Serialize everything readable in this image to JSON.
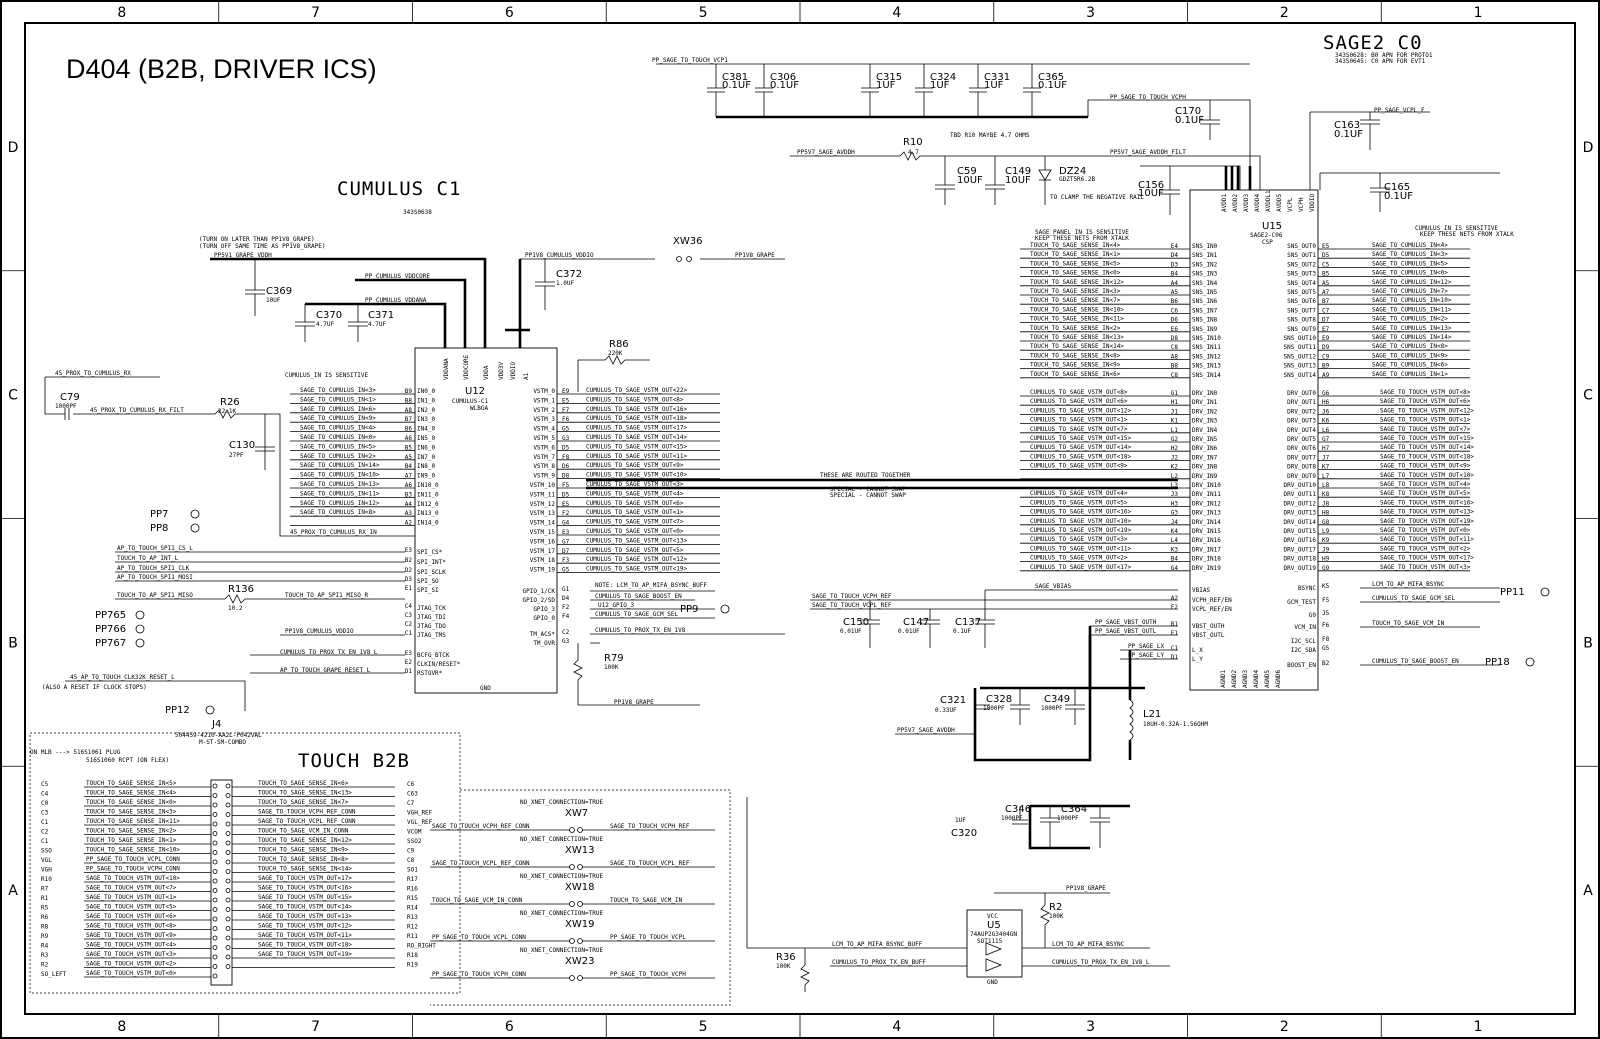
{
  "title": "D404 (B2B, DRIVER ICS)",
  "zones": {
    "columns": [
      "8",
      "7",
      "6",
      "5",
      "4",
      "3",
      "2",
      "1"
    ],
    "rows": [
      "D",
      "C",
      "B",
      "A"
    ]
  },
  "sage": {
    "header": "SAGE2 C0",
    "apn_proto": "343S0628: B0 APN FOR PROTO1",
    "apn_evt": "343S0645: C0 APN FOR EVT1",
    "ref": "U15",
    "part": "SAGE2-C06",
    "pkg": "CSP",
    "sense_note": "SAGE_PANEL_IN IS SENSITIVE",
    "sense_note2": "KEEP THESE NETS FROM XTALK",
    "out_note": "CUMULUS_IN IS SENSITIVE",
    "out_note2": "KEEP THESE NETS FROM XTALK",
    "top_pins": [
      "AVDD1",
      "AVDD2",
      "AVDD3",
      "AVDD4",
      "AVDDL1",
      "AVDD5",
      "VCPL",
      "VCPH",
      "VDDIO"
    ],
    "in_pins": [
      "SNS_IN0",
      "SNS_IN1",
      "SNS_IN2",
      "SNS_IN3",
      "SNS_IN4",
      "SNS_IN5",
      "SNS_IN6",
      "SNS_IN7",
      "SNS_IN8",
      "SNS_IN9",
      "SNS_IN10",
      "SNS_IN11",
      "SNS_IN12",
      "SNS_IN13",
      "SNS_IN14"
    ],
    "in_balls": [
      "E4",
      "D4",
      "D3",
      "B4",
      "A4",
      "A5",
      "B6",
      "C6",
      "D6",
      "E6",
      "D8",
      "C8",
      "A8",
      "B8",
      "C8"
    ],
    "in_nets": [
      "TOUCH_TO_SAGE_SENSE_IN<4>",
      "TOUCH_TO_SAGE_SENSE_IN<1>",
      "TOUCH_TO_SAGE_SENSE_IN<5>",
      "TOUCH_TO_SAGE_SENSE_IN<0>",
      "TOUCH_TO_SAGE_SENSE_IN<12>",
      "TOUCH_TO_SAGE_SENSE_IN<3>",
      "TOUCH_TO_SAGE_SENSE_IN<7>",
      "TOUCH_TO_SAGE_SENSE_IN<10>",
      "TOUCH_TO_SAGE_SENSE_IN<11>",
      "TOUCH_TO_SAGE_SENSE_IN<2>",
      "TOUCH_TO_SAGE_SENSE_IN<13>",
      "TOUCH_TO_SAGE_SENSE_IN<14>",
      "TOUCH_TO_SAGE_SENSE_IN<8>",
      "TOUCH_TO_SAGE_SENSE_IN<9>",
      "TOUCH_TO_SAGE_SENSE_IN<6>"
    ],
    "drv_pins": [
      "DRV_IN0",
      "DRV_IN1",
      "DRV_IN2",
      "DRV_IN3",
      "DRV_IN4",
      "DRV_IN5",
      "DRV_IN6",
      "DRV_IN7",
      "DRV_IN8",
      "DRV_IN9",
      "DRV_IN10",
      "DRV_IN11",
      "DRV_IN12",
      "DRV_IN13",
      "DRV_IN14",
      "DRV_IN15",
      "DRV_IN16",
      "DRV_IN17",
      "DRV_IN18",
      "DRV_IN19"
    ],
    "drv_balls": [
      "G1",
      "H1",
      "J1",
      "K1",
      "L1",
      "G2",
      "H2",
      "J2",
      "K2",
      "L2",
      "L3",
      "J3",
      "H3",
      "G3",
      "J4",
      "K4",
      "L4",
      "K3",
      "B4",
      "G4"
    ],
    "drv_nets": [
      "CUMULUS_TO_SAGE_VSTM_OUT<8>",
      "CUMULUS_TO_SAGE_VSTM_OUT<6>",
      "CUMULUS_TO_SAGE_VSTM_OUT<12>",
      "CUMULUS_TO_SAGE_VSTM_OUT<1>",
      "CUMULUS_TO_SAGE_VSTM_OUT<7>",
      "CUMULUS_TO_SAGE_VSTM_OUT<15>",
      "CUMULUS_TO_SAGE_VSTM_OUT<14>",
      "CUMULUS_TO_SAGE_VSTM_OUT<18>",
      "CUMULUS_TO_SAGE_VSTM_OUT<9>",
      "",
      "",
      "CUMULUS_TO_SAGE_VSTM_OUT<4>",
      "CUMULUS_TO_SAGE_VSTM_OUT<5>",
      "CUMULUS_TO_SAGE_VSTM_OUT<16>",
      "CUMULUS_TO_SAGE_VSTM_OUT<10>",
      "CUMULUS_TO_SAGE_VSTM_OUT<19>",
      "CUMULUS_TO_SAGE_VSTM_OUT<3>",
      "CUMULUS_TO_SAGE_VSTM_OUT<11>",
      "CUMULUS_TO_SAGE_VSTM_OUT<2>",
      "CUMULUS_TO_SAGE_VSTM_OUT<17>"
    ],
    "out_pins": [
      "SNS_OUT0",
      "SNS_OUT1",
      "SNS_OUT2",
      "SNS_OUT3",
      "SNS_OUT4",
      "SNS_OUT5",
      "SNS_OUT6",
      "SNS_OUT7",
      "SNS_OUT8",
      "SNS_OUT9",
      "SNS_OUT10",
      "SNS_OUT11",
      "SNS_OUT12",
      "SNS_OUT13",
      "SNS_OUT14"
    ],
    "out_balls": [
      "E5",
      "D5",
      "C5",
      "B5",
      "A5",
      "A7",
      "B7",
      "C7",
      "D7",
      "E7",
      "E9",
      "D9",
      "C9",
      "B9",
      "A9"
    ],
    "out_nets": [
      "SAGE_TO_CUMULUS_IN<4>",
      "SAGE_TO_CUMULUS_IN<3>",
      "SAGE_TO_CUMULUS_IN<5>",
      "SAGE_TO_CUMULUS_IN<0>",
      "SAGE_TO_CUMULUS_IN<12>",
      "SAGE_TO_CUMULUS_IN<7>",
      "SAGE_TO_CUMULUS_IN<10>",
      "SAGE_TO_CUMULUS_IN<11>",
      "SAGE_TO_CUMULUS_IN<2>",
      "SAGE_TO_CUMULUS_IN<13>",
      "SAGE_TO_CUMULUS_IN<14>",
      "SAGE_TO_CUMULUS_IN<8>",
      "SAGE_TO_CUMULUS_IN<9>",
      "SAGE_TO_CUMULUS_IN<6>",
      "SAGE_TO_CUMULUS_IN<1>"
    ],
    "dout_pins": [
      "DRV_OUT0",
      "DRV_OUT1",
      "DRV_OUT2",
      "DRV_OUT3",
      "DRV_OUT4",
      "DRV_OUT5",
      "DRV_OUT6",
      "DRV_OUT7",
      "DRV_OUT8",
      "DRV_OUT9",
      "DRV_OUT10",
      "DRV_OUT11",
      "DRV_OUT12",
      "DRV_OUT13",
      "DRV_OUT14",
      "DRV_OUT15",
      "DRV_OUT16",
      "DRV_OUT17",
      "DRV_OUT18",
      "DRV_OUT19"
    ],
    "dout_balls": [
      "G6",
      "H6",
      "J6",
      "K6",
      "L6",
      "G7",
      "H7",
      "J7",
      "K7",
      "L7",
      "L8",
      "K8",
      "J8",
      "H8",
      "G8",
      "L9",
      "K9",
      "J9",
      "H9",
      "G9"
    ],
    "dout_nets": [
      "SAGE_TO_TOUCH_VSTM_OUT<8>",
      "SAGE_TO_TOUCH_VSTM_OUT<6>",
      "SAGE_TO_TOUCH_VSTM_OUT<12>",
      "SAGE_TO_TOUCH_VSTM_OUT<1>",
      "SAGE_TO_TOUCH_VSTM_OUT<7>",
      "SAGE_TO_TOUCH_VSTM_OUT<15>",
      "SAGE_TO_TOUCH_VSTM_OUT<14>",
      "SAGE_TO_TOUCH_VSTM_OUT<18>",
      "SAGE_TO_TOUCH_VSTM_OUT<9>",
      "SAGE_TO_TOUCH_VSTM_OUT<10>",
      "SAGE_TO_TOUCH_VSTM_OUT<4>",
      "SAGE_TO_TOUCH_VSTM_OUT<5>",
      "SAGE_TO_TOUCH_VSTM_OUT<16>",
      "SAGE_TO_TOUCH_VSTM_OUT<13>",
      "SAGE_TO_TOUCH_VSTM_OUT<19>",
      "SAGE_TO_TOUCH_VSTM_OUT<0>",
      "SAGE_TO_TOUCH_VSTM_OUT<11>",
      "SAGE_TO_TOUCH_VSTM_OUT<2>",
      "SAGE_TO_TOUCH_VSTM_OUT<17>",
      "SAGE_TO_TOUCH_VSTM_OUT<3>"
    ],
    "left_misc": [
      "VBIAS",
      "VCPH_REF/EN",
      "VCPL_REF/EN",
      "VBST_OUTH",
      "VBST_OUTL",
      "L_X",
      "L_Y"
    ],
    "left_misc_balls": [
      "",
      "A2",
      "F2",
      "B1",
      "E1",
      "C1",
      "D1"
    ],
    "right_misc": [
      "BSYNC",
      "GCM_TEST",
      "G0",
      "VCM_IN",
      "I2C_SCL",
      "I2C_SDA",
      "BOOST_EN"
    ],
    "right_misc_balls": [
      "K5",
      "F5",
      "J5",
      "F6",
      "F8",
      "G5",
      "B2"
    ],
    "bottom_pins": [
      "AGND1",
      "AGND2",
      "AGND3",
      "AGND4",
      "AGND5",
      "AGND6"
    ]
  },
  "cumulus": {
    "header": "CUMULUS C1",
    "pn": "343S0638",
    "ref": "U12",
    "part": "CUMULUS-C1",
    "pkg": "WLBGA",
    "in_note": "CUMULUS_IN IS SENSITIVE",
    "top_pins": [
      "VDDANA",
      "VDDCORE",
      "VDDA",
      "VDD3V",
      "VDDIO",
      "A1"
    ],
    "in_pins": [
      "IN0_0",
      "IN1_0",
      "IN2_0",
      "IN3_0",
      "IN4_0",
      "IN5_0",
      "IN6_0",
      "IN7_0",
      "IN8_0",
      "IN9_0",
      "IN10_0",
      "IN11_0",
      "IN12_0",
      "IN13_0",
      "IN14_0"
    ],
    "in_balls": [
      "B9",
      "B8",
      "A8",
      "B7",
      "B6",
      "A6",
      "B5",
      "A5",
      "B4",
      "A7",
      "A6",
      "B3",
      "A4",
      "A3",
      "A2"
    ],
    "in_nets": [
      "SAGE_TO_CUMULUS_IN<3>",
      "SAGE_TO_CUMULUS_IN<1>",
      "SAGE_TO_CUMULUS_IN<6>",
      "SAGE_TO_CUMULUS_IN<9>",
      "SAGE_TO_CUMULUS_IN<4>",
      "SAGE_TO_CUMULUS_IN<0>",
      "SAGE_TO_CUMULUS_IN<5>",
      "SAGE_TO_CUMULUS_IN<2>",
      "SAGE_TO_CUMULUS_IN<14>",
      "SAGE_TO_CUMULUS_IN<10>",
      "SAGE_TO_CUMULUS_IN<13>",
      "SAGE_TO_CUMULUS_IN<11>",
      "SAGE_TO_CUMULUS_IN<12>",
      "SAGE_TO_CUMULUS_IN<8>",
      ""
    ],
    "out_pins": [
      "VSTM_0",
      "VSTM_1",
      "VSTM_2",
      "VSTM_3",
      "VSTM_4",
      "VSTM_5",
      "VSTM_6",
      "VSTM_7",
      "VSTM_8",
      "VSTM_9",
      "VSTM_10",
      "VSTM_11",
      "VSTM_12",
      "VSTM_13",
      "VSTM_14",
      "VSTM_15",
      "VSTM_16",
      "VSTM_17",
      "VSTM_18",
      "VSTM_19"
    ],
    "out_balls": [
      "E9",
      "E5",
      "F7",
      "F6",
      "G5",
      "G3",
      "D5",
      "F8",
      "D6",
      "D8",
      "F5",
      "D5",
      "E5",
      "F2",
      "G4",
      "E3",
      "G7",
      "D7",
      "F3",
      "G5"
    ],
    "out_nets": [
      "CUMULUS_TO_SAGE_VSTM_OUT<22>",
      "CUMULUS_TO_SAGE_VSTM_OUT<8>",
      "CUMULUS_TO_SAGE_VSTM_OUT<16>",
      "CUMULUS_TO_SAGE_VSTM_OUT<18>",
      "CUMULUS_TO_SAGE_VSTM_OUT<17>",
      "CUMULUS_TO_SAGE_VSTM_OUT<14>",
      "CUMULUS_TO_SAGE_VSTM_OUT<15>",
      "CUMULUS_TO_SAGE_VSTM_OUT<11>",
      "CUMULUS_TO_SAGE_VSTM_OUT<9>",
      "CUMULUS_TO_SAGE_VSTM_OUT<10>",
      "CUMULUS_TO_SAGE_VSTM_OUT<3>",
      "CUMULUS_TO_SAGE_VSTM_OUT<4>",
      "CUMULUS_TO_SAGE_VSTM_OUT<6>",
      "CUMULUS_TO_SAGE_VSTM_OUT<1>",
      "CUMULUS_TO_SAGE_VSTM_OUT<7>",
      "CUMULUS_TO_SAGE_VSTM_OUT<0>",
      "CUMULUS_TO_SAGE_VSTM_OUT<13>",
      "CUMULUS_TO_SAGE_VSTM_OUT<5>",
      "CUMULUS_TO_SAGE_VSTM_OUT<12>",
      "CUMULUS_TO_SAGE_VSTM_OUT<19>"
    ],
    "left_ctrl": [
      "SPI_CS*",
      "SPI_INT*",
      "SPI_SCLK",
      "SPI_SO",
      "SPI_SI",
      "JTAG_TCK",
      "JTAG_TDI",
      "JTAG_TDO",
      "JTAG_TMS",
      "BCFG_BTCK",
      "CLKIN/RESET*",
      "RSTOVR*"
    ],
    "left_ctrl_balls": [
      "E3",
      "B2",
      "D2",
      "D3",
      "E1",
      "C4",
      "C3",
      "C2",
      "C1",
      "E3",
      "E2",
      "D1"
    ],
    "right_ctrl": [
      "GPIO_1/CK",
      "GPIO_2/SD",
      "GPIO_3",
      "GPIO_0",
      "TM_ACS*",
      "TM_OVR"
    ],
    "right_ctrl_balls": [
      "G1",
      "D4",
      "F2",
      "F4",
      "C2",
      "G3"
    ],
    "gnd": "GND"
  },
  "touch": {
    "header": "TOUCH B2B",
    "ref": "J4",
    "part": "504459-4210-AA2L-P042VAL",
    "pkg": "M-ST-SM-COMBO",
    "note1": "ON MLB ---> 516S1061 PLUG",
    "note2": "516S1060 RCPT (ON FLEX)",
    "left_labels": [
      "C5",
      "C4",
      "C0",
      "C3",
      "C1",
      "C2",
      "C1",
      "SSO",
      "VGL",
      "VGH",
      "R10",
      "R7",
      "R1",
      "R5",
      "R6",
      "R8",
      "R9",
      "R4",
      "R3",
      "R2",
      "SO_LEFT"
    ],
    "left_nets": [
      "TOUCH_TO_SAGE_SENSE_IN<5>",
      "TOUCH_TO_SAGE_SENSE_IN<4>",
      "TOUCH_TO_SAGE_SENSE_IN<0>",
      "TOUCH_TO_SAGE_SENSE_IN<3>",
      "TOUCH_TO_SAGE_SENSE_IN<11>",
      "TOUCH_TO_SAGE_SENSE_IN<2>",
      "TOUCH_TO_SAGE_SENSE_IN<1>",
      "TOUCH_TO_SAGE_SENSE_IN<10>",
      "PP_SAGE_TO_TOUCH_VCPL_CONN",
      "PP_SAGE_TO_TOUCH_VCPH_CONN",
      "SAGE_TO_TOUCH_VSTM_OUT<10>",
      "SAGE_TO_TOUCH_VSTM_OUT<7>",
      "SAGE_TO_TOUCH_VSTM_OUT<1>",
      "SAGE_TO_TOUCH_VSTM_OUT<5>",
      "SAGE_TO_TOUCH_VSTM_OUT<6>",
      "SAGE_TO_TOUCH_VSTM_OUT<8>",
      "SAGE_TO_TOUCH_VSTM_OUT<9>",
      "SAGE_TO_TOUCH_VSTM_OUT<4>",
      "SAGE_TO_TOUCH_VSTM_OUT<3>",
      "SAGE_TO_TOUCH_VSTM_OUT<2>",
      "SAGE_TO_TOUCH_VSTM_OUT<0>"
    ],
    "right_labels": [
      "C6",
      "C63",
      "C7",
      "VGH_REF",
      "VGL_REF",
      "VCOM",
      "SSO2",
      "C9",
      "C8",
      "SO1",
      "R17",
      "R16",
      "R15",
      "R14",
      "R13",
      "R12",
      "R11",
      "RO_RIGHT",
      "R18",
      "R19"
    ],
    "right_nets": [
      "TOUCH_TO_SAGE_SENSE_IN<6>",
      "TOUCH_TO_SAGE_SENSE_IN<13>",
      "TOUCH_TO_SAGE_SENSE_IN<7>",
      "SAGE_TO_TOUCH_VCPH_REF_CONN",
      "SAGE_TO_TOUCH_VCPL_REF_CONN",
      "TOUCH_TO_SAGE_VCM_IN_CONN",
      "TOUCH_TO_SAGE_SENSE_IN<12>",
      "TOUCH_TO_SAGE_SENSE_IN<9>",
      "TOUCH_TO_SAGE_SENSE_IN<8>",
      "TOUCH_TO_SAGE_SENSE_IN<14>",
      "SAGE_TO_TOUCH_VSTM_OUT<17>",
      "SAGE_TO_TOUCH_VSTM_OUT<16>",
      "SAGE_TO_TOUCH_VSTM_OUT<15>",
      "SAGE_TO_TOUCH_VSTM_OUT<14>",
      "SAGE_TO_TOUCH_VSTM_OUT<13>",
      "SAGE_TO_TOUCH_VSTM_OUT<12>",
      "SAGE_TO_TOUCH_VSTM_OUT<11>",
      "SAGE_TO_TOUCH_VSTM_OUT<18>",
      "SAGE_TO_TOUCH_VSTM_OUT<19>"
    ]
  },
  "xw": [
    {
      "ref": "XW7",
      "note": "NO_XNET_CONNECTION=TRUE",
      "left": "SAGE_TO_TOUCH_VCPH_REF_CONN",
      "right": "SAGE_TO_TOUCH_VCPH_REF"
    },
    {
      "ref": "XW13",
      "note": "NO_XNET_CONNECTION=TRUE",
      "left": "SAGE_TO_TOUCH_VCPL_REF_CONN",
      "right": "SAGE_TO_TOUCH_VCPL_REF"
    },
    {
      "ref": "XW18",
      "note": "NO_XNET_CONNECTION=TRUE",
      "left": "TOUCH_TO_SAGE_VCM_IN_CONN",
      "right": "TOUCH_TO_SAGE_VCM_IN"
    },
    {
      "ref": "XW19",
      "note": "NO_XNET_CONNECTION=TRUE",
      "left": "PP_SAGE_TO_TOUCH_VCPL_CONN",
      "right": "PP_SAGE_TO_TOUCH_VCPL"
    },
    {
      "ref": "XW23",
      "note": "NO_XNET_CONNECTION=TRUE",
      "left": "PP_SAGE_TO_TOUCH_VCPH_CONN",
      "right": "PP_SAGE_TO_TOUCH_VCPH"
    }
  ],
  "caps_top": [
    {
      "ref": "C381",
      "val": "0.1UF"
    },
    {
      "ref": "C306",
      "val": "0.1UF"
    },
    {
      "ref": "C315",
      "val": "1UF"
    },
    {
      "ref": "C324",
      "val": "1UF"
    },
    {
      "ref": "C331",
      "val": "1UF"
    },
    {
      "ref": "C365",
      "val": "0.1UF"
    }
  ],
  "parts": {
    "c170": {
      "ref": "C170",
      "val": "0.1UF"
    },
    "c163": {
      "ref": "C163",
      "val": "0.1UF"
    },
    "c165": {
      "ref": "C165",
      "val": "0.1UF"
    },
    "c156": {
      "ref": "C156",
      "val": "10UF"
    },
    "c59": {
      "ref": "C59",
      "val": "10UF"
    },
    "c149": {
      "ref": "C149",
      "val": "10UF"
    },
    "dz24": {
      "ref": "DZ24",
      "val": "GDZT5R6.2B",
      "note": "TO CLAMP THE NEGATIVE RAIL"
    },
    "r10": {
      "ref": "R10",
      "val": "4.7",
      "note": "TBD R10 MAYBE 4.7 OHMS"
    },
    "c369": {
      "ref": "C369",
      "val": "10UF"
    },
    "c370": {
      "ref": "C370",
      "val": "4.7UF"
    },
    "c371": {
      "ref": "C371",
      "val": "4.7UF"
    },
    "c372": {
      "ref": "C372",
      "val": "1.0UF"
    },
    "r86": {
      "ref": "R86",
      "val": "220K"
    },
    "c79": {
      "ref": "C79",
      "val": "1000PF"
    },
    "r26": {
      "ref": "R26",
      "val": "22.1K"
    },
    "c130": {
      "ref": "C130",
      "val": "27PF"
    },
    "r136": {
      "ref": "R136",
      "val": "10.2"
    },
    "r79": {
      "ref": "R79",
      "val": "100K"
    },
    "c150": {
      "ref": "C150",
      "val": "0.01UF"
    },
    "c147": {
      "ref": "C147",
      "val": "0.01UF"
    },
    "c137": {
      "ref": "C137",
      "val": "0.1UF"
    },
    "c321": {
      "ref": "C321",
      "val": "0.33UF"
    },
    "c328": {
      "ref": "C328",
      "val": "1000PF"
    },
    "c349": {
      "ref": "C349",
      "val": "1000PF"
    },
    "l21": {
      "ref": "L21",
      "val": "10UH-0.32A-1.56OHM"
    },
    "c320": {
      "ref": "C320",
      "val": "1UF"
    },
    "c346": {
      "ref": "C346",
      "val": "1000PF"
    },
    "c364": {
      "ref": "C364",
      "val": "1000PF"
    },
    "u5": {
      "ref": "U5",
      "part": "74AUP2G3404GN",
      "pkg": "SOT1115",
      "vcc": "VCC",
      "gnd": "GND"
    },
    "r2": {
      "ref": "R2",
      "val": "100K"
    },
    "r36": {
      "ref": "R36",
      "val": "100K"
    },
    "xw36": {
      "ref": "XW36"
    }
  },
  "probes": [
    "PP7",
    "PP8",
    "PP765",
    "PP766",
    "PP767",
    "PP12",
    "PP9",
    "PP11",
    "PP18"
  ],
  "nets": {
    "pp_touch_vcp1": "PP_SAGE_TO_TOUCH_VCP1",
    "pp_touch_vcph": "PP_SAGE_TO_TOUCH_VCPH",
    "pp_touch_vcpl_f": "PP_SAGE_VCPL_F",
    "pp5v7": "PP5V7_SAGE_AVDDH",
    "pp5v7_filt": "PP5V7_SAGE_AVDDH_FILT",
    "pp5v1": "PP5V1_GRAPE_VDDH",
    "pp_vddcore": "PP_CUMULUS_VDDCORE",
    "pp_vddana": "PP_CUMULUS_VDDANA",
    "pp1v8_vddio": "PP1V8_CUMULUS_VDDIO",
    "pp1v8_grape": "PP1V8_GRAPE",
    "prox_rx": "45_PROX_TO_CUMULUS_RX",
    "prox_rx_filt": "45_PROX_TO_CUMULUS_RX_FILT",
    "prox_rx_in": "45_PROX_TO_CUMULUS_RX_IN",
    "grape_note1": "(TURN ON LATER THAN PP1V8_GRAPE)",
    "grape_note2": "(TURN OFF SAME TIME AS PP1V8_GRAPE)",
    "spi_cs": "AP_TO_TOUCH_SPI1_CS_L",
    "spi_int": "TOUCH_TO_AP_INT_L",
    "spi_clk": "AP_TO_TOUCH_SPI1_CLK",
    "spi_mosi": "AP_TO_TOUCH_SPI1_MOSI",
    "spi_miso": "TOUCH_TO_AP_SPI1_MISO",
    "spi_miso_r": "TOUCH_TO_AP_SPI1_MISO_R",
    "prox_tx": "CUMULUS_TO_PROX_TX_EN_1V8_L",
    "grape_reset": "AP_TO_TOUCH_GRAPE_RESET_L",
    "clk32k": "45_AP_TO_TOUCH_CLK32K_RESET_L",
    "clk32k_note": "(ALSO A RESET IF CLOCK STOPS)",
    "mifa": "LCM_TO_AP_MIFA_BSYNC_BUFF",
    "mifa_note": "NOTE: LCM_TO_AP_MIFA_BSYNC_BUFF",
    "boost_en": "CUMULUS_TO_SAGE_BOOST_EN",
    "gpio3": "U12_GPIO_3",
    "gcm_sel": "CUMULUS_TO_SAGE_GCM_SEL",
    "prox_tx_1v8": "CUMULUS_TO_PROX_TX_EN_1V8",
    "vcph_ref": "SAGE_TO_TOUCH_VCPH_REF",
    "vcpl_ref": "SAGE_TO_TOUCH_VCPL_REF",
    "vbst_outh": "PP_SAGE_VBST_OUTH",
    "vbst_outl": "PP_SAGE_VBST_OUTL",
    "sage_lx": "PP_SAGE_LX",
    "sage_ly": "PP_SAGE_LY",
    "vbias": "SAGE_VBIAS",
    "routed_note": "THESE ARE ROUTED TOGETHER",
    "special1": "SPECIAL - CANNOT SWAP",
    "special2": "SPECIAL - CANNOT SWAP",
    "lcm_mifa": "LCM_TO_AP_MIFA_BSYNC",
    "vcm_in": "TOUCH_TO_SAGE_VCM_IN",
    "prox_tx_buff": "CUMULUS_TO_PROX_TX_EN_BUFF",
    "prox_tx_1v8_l": "CUMULUS_TO_PROX_TX_EN_1V8_L",
    "lcm_mifa_buff": "LCM_TO_AP_MIFA_BSYNC_BUFF",
    "jtag_vddio": "PP1V8_CUMULUS_VDDIO"
  }
}
